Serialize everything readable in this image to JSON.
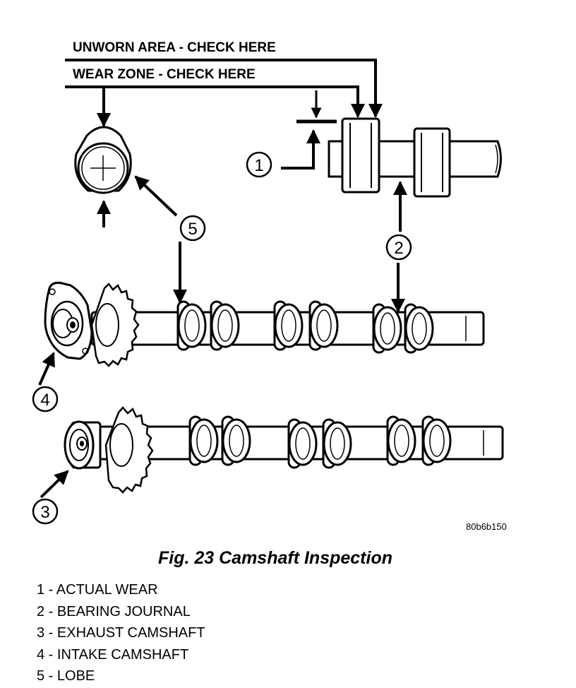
{
  "callouts": {
    "unworn_area": "UNWORN AREA - CHECK HERE",
    "wear_zone": "WEAR ZONE - CHECK HERE"
  },
  "markers": [
    "1",
    "2",
    "3",
    "4",
    "5"
  ],
  "figure_id": "80b6b150",
  "caption": "Fig. 23 Camshaft Inspection",
  "legend": [
    "1 - ACTUAL WEAR",
    "2 - BEARING JOURNAL",
    "3 - EXHAUST CAMSHAFT",
    "4 - INTAKE CAMSHAFT",
    "5 - LOBE"
  ]
}
